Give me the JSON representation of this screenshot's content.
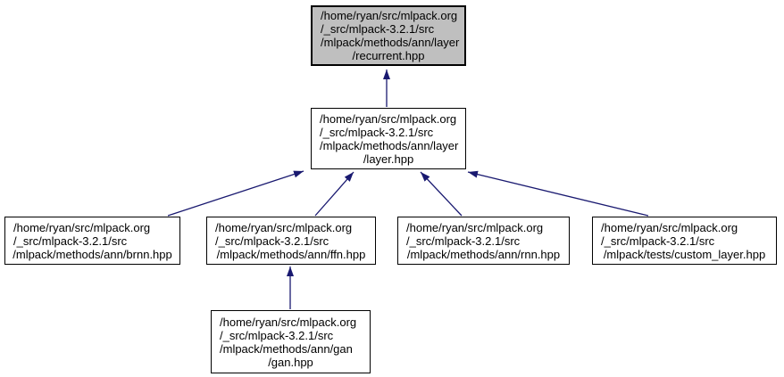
{
  "graph": {
    "colors": {
      "background": "#ffffff",
      "node_fill": "#ffffff",
      "current_node_fill": "#bfbfbf",
      "node_border": "#000000",
      "edge": "#191970"
    },
    "nodes": [
      {
        "id": "recurrent.hpp",
        "current": true,
        "lines": [
          "/home/ryan/src/mlpack.org",
          "/_src/mlpack-3.2.1/src",
          "/mlpack/methods/ann/layer",
          "/recurrent.hpp"
        ]
      },
      {
        "id": "layer.hpp",
        "current": false,
        "lines": [
          "/home/ryan/src/mlpack.org",
          "/_src/mlpack-3.2.1/src",
          "/mlpack/methods/ann/layer",
          "/layer.hpp"
        ]
      },
      {
        "id": "brnn.hpp",
        "current": false,
        "lines": [
          "/home/ryan/src/mlpack.org",
          "/_src/mlpack-3.2.1/src",
          "/mlpack/methods/ann/brnn.hpp"
        ]
      },
      {
        "id": "ffn.hpp",
        "current": false,
        "lines": [
          "/home/ryan/src/mlpack.org",
          "/_src/mlpack-3.2.1/src",
          "/mlpack/methods/ann/ffn.hpp"
        ]
      },
      {
        "id": "rnn.hpp",
        "current": false,
        "lines": [
          "/home/ryan/src/mlpack.org",
          "/_src/mlpack-3.2.1/src",
          "/mlpack/methods/ann/rnn.hpp"
        ]
      },
      {
        "id": "custom_layer.hpp",
        "current": false,
        "lines": [
          "/home/ryan/src/mlpack.org",
          "/_src/mlpack-3.2.1/src",
          "/mlpack/tests/custom_layer.hpp"
        ]
      },
      {
        "id": "gan.hpp",
        "current": false,
        "lines": [
          "/home/ryan/src/mlpack.org",
          "/_src/mlpack-3.2.1/src",
          "/mlpack/methods/ann/gan",
          "/gan.hpp"
        ]
      }
    ],
    "edges": [
      {
        "from": "layer.hpp",
        "to": "recurrent.hpp"
      },
      {
        "from": "brnn.hpp",
        "to": "layer.hpp"
      },
      {
        "from": "ffn.hpp",
        "to": "layer.hpp"
      },
      {
        "from": "rnn.hpp",
        "to": "layer.hpp"
      },
      {
        "from": "custom_layer.hpp",
        "to": "layer.hpp"
      },
      {
        "from": "gan.hpp",
        "to": "ffn.hpp"
      }
    ]
  }
}
